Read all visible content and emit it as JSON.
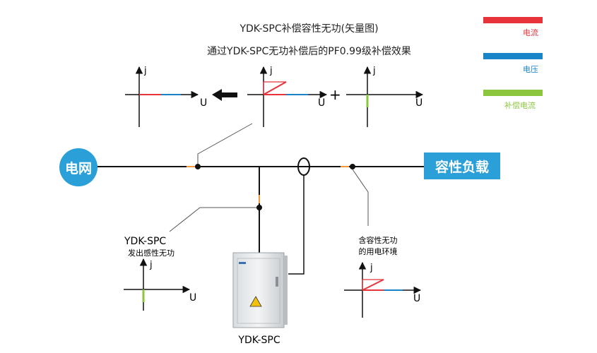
{
  "title": "YDK-SPC补偿容性无功(矢量图)",
  "subtitle": "通过YDK-SPC无功补偿后的PF0.99级补偿效果",
  "legend": [
    {
      "label": "电流",
      "color": "#e8333a"
    },
    {
      "label": "电压",
      "color": "#1a84c9"
    },
    {
      "label": "补偿电流",
      "color": "#8cc63f"
    }
  ],
  "nodes": {
    "grid": "电网",
    "load": "容性负载"
  },
  "device": {
    "name": "YDK-SPC",
    "desc": "发出感性无功",
    "cabinet_caption": "YDK-SPC"
  },
  "load_env": {
    "line1": "含容性无功",
    "line2": "的用电环境"
  },
  "axes": {
    "vertical_label": "j",
    "horizontal_label": "U"
  },
  "operator_plus": "+",
  "colors": {
    "current": "#e8333a",
    "voltage": "#1a84c9",
    "compensation": "#8cc63f",
    "node_fill": "#2a9fd8",
    "line": "#111111"
  }
}
